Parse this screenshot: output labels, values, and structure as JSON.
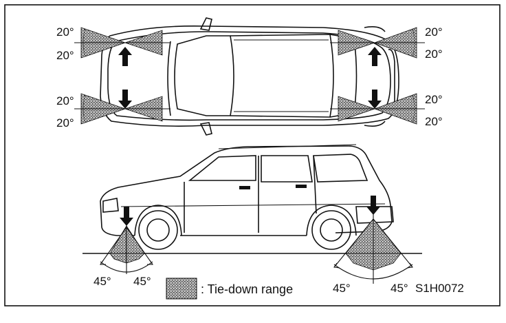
{
  "top_view": {
    "angles": {
      "front_upper_left_a": "20°",
      "front_upper_left_b": "20°",
      "front_lower_left_a": "20°",
      "front_lower_left_b": "20°",
      "rear_upper_right_a": "20°",
      "rear_upper_right_b": "20°",
      "rear_lower_right_a": "20°",
      "rear_lower_right_b": "20°"
    }
  },
  "side_view": {
    "angles": {
      "front_left": "45°",
      "front_right": "45°",
      "rear_left": "45°",
      "rear_right": "45°"
    }
  },
  "legend": {
    "label": ": Tie-down range"
  },
  "figure_code": "S1H0072"
}
